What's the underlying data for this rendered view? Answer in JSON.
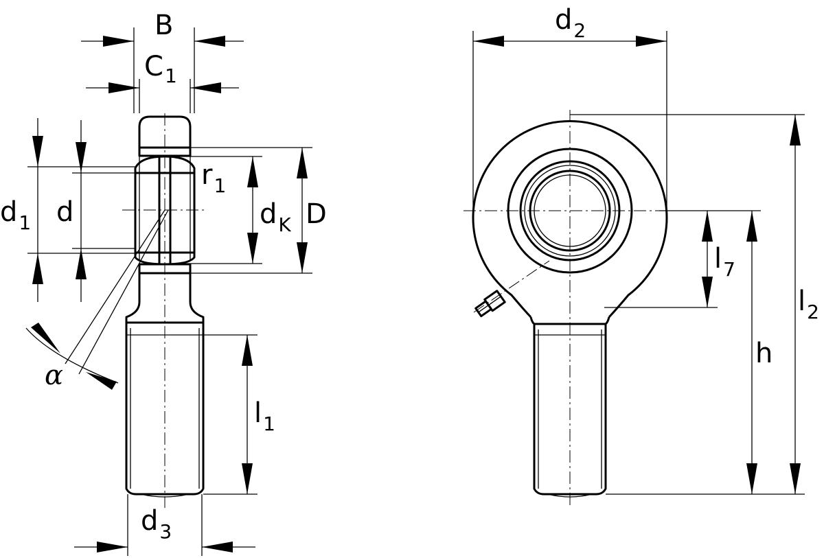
{
  "labels": {
    "B": "B",
    "C1": {
      "base": "C",
      "sub": "1"
    },
    "r1": {
      "base": "r",
      "sub": "1"
    },
    "d1": {
      "base": "d",
      "sub": "1"
    },
    "d": "d",
    "dK": {
      "base": "d",
      "sub": "K"
    },
    "D": "D",
    "alpha": "α",
    "l1": {
      "base": "l",
      "sub": "1"
    },
    "d3": {
      "base": "d",
      "sub": "3"
    },
    "d2": {
      "base": "d",
      "sub": "2"
    },
    "l7": {
      "base": "l",
      "sub": "7"
    },
    "l2": {
      "base": "l",
      "sub": "2"
    },
    "h": "h"
  }
}
